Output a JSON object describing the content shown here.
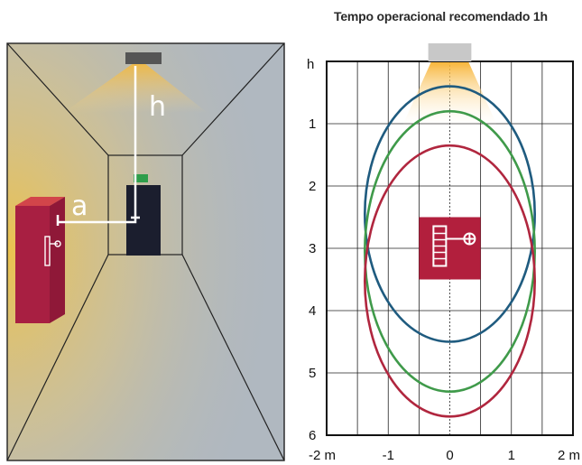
{
  "left_figure": {
    "label_a": "a",
    "label_h": "h"
  },
  "title": "Tempo operacional recomendado 1h",
  "chart_data": {
    "type": "line",
    "title": "Tempo operacional recomendado 1h",
    "y_axis_label": "h",
    "x_ticks": [
      {
        "value": -2,
        "label": "-2 m"
      },
      {
        "value": -1,
        "label": "-1"
      },
      {
        "value": 0,
        "label": "0"
      },
      {
        "value": 1,
        "label": "1"
      },
      {
        "value": 2,
        "label": "2 m"
      }
    ],
    "y_ticks": [
      {
        "value": 1,
        "label": "1"
      },
      {
        "value": 2,
        "label": "2"
      },
      {
        "value": 3,
        "label": "3"
      },
      {
        "value": 4,
        "label": "4"
      },
      {
        "value": 5,
        "label": "5"
      },
      {
        "value": 6,
        "label": "6"
      }
    ],
    "xlim": [
      -2,
      2
    ],
    "ylim": [
      0,
      6
    ],
    "y_inverted": true,
    "grid": true,
    "series": [
      {
        "color": "#1f5b7f",
        "x_half_width": 1.38,
        "y_top": 0.4,
        "y_bottom": 4.5
      },
      {
        "color": "#3f9a4a",
        "x_half_width": 1.38,
        "y_top": 0.8,
        "y_bottom": 5.3
      },
      {
        "color": "#b0263e",
        "x_half_width": 1.38,
        "y_top": 1.35,
        "y_bottom": 5.7
      }
    ],
    "colors": {
      "grid": "#222222",
      "fixture": "#c8c8c8",
      "sign_red": "#b21f3d",
      "glow": "#f7b733"
    }
  }
}
